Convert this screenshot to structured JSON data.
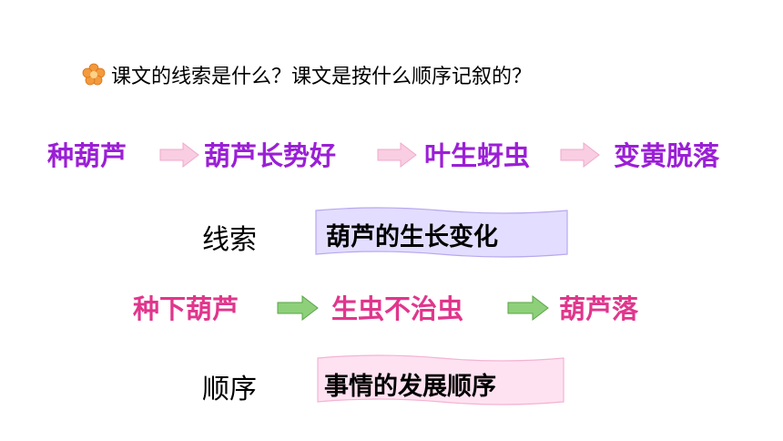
{
  "question": {
    "text": "课文的线索是什么？课文是按什么顺序记叙的？",
    "icon": "flower-icon"
  },
  "clue_steps": [
    "种葫芦",
    "葫芦长势好",
    "叶生蚜虫",
    "变黄脱落"
  ],
  "clue": {
    "label": "线索",
    "answer": "葫芦的生长变化"
  },
  "order_steps": [
    "种下葫芦",
    "生虫不治虫",
    "葫芦落"
  ],
  "order": {
    "label": "顺序",
    "answer": "事情的发展顺序"
  },
  "colors": {
    "purple_text": "#9b1fd6",
    "pink_text": "#e0368c",
    "clue_banner": "#e3ddff",
    "order_banner": "#ffe2f1",
    "pink_arrow": "#f9cde2",
    "green_arrow": "#8ed07a"
  }
}
